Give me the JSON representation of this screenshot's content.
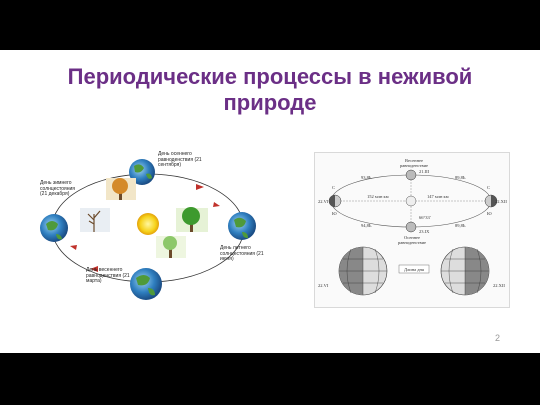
{
  "slide": {
    "title_line1": "Периодические процессы в неживой",
    "title_line2": "природе",
    "page_number": "2"
  },
  "left_figure": {
    "label_autumn": "День осеннего равноденствия (21 сентября)",
    "label_winter": "День зимнего солнцестояния (21 декабря)",
    "label_spring": "День весеннего равноденствия (21 марта)",
    "label_summer": "День летнего солнцестояния (21 июня)"
  },
  "right_figure": {
    "top_label_1": "Весеннее",
    "top_label_2": "равноденствие",
    "bottom_label_1": "Осеннее",
    "bottom_label_2": "равноденствие",
    "date_top": "21.III",
    "date_bottom": "23.IX",
    "date_left": "22.VI",
    "date_right": "22.XII",
    "date_left_bottom": "22.VI",
    "date_right_bottom": "22.XII",
    "dist_left": "152 млн км",
    "dist_right": "147 млн км",
    "day_length": "Длина дня",
    "n_left": "С",
    "s_left": "Ю",
    "n_right": "С",
    "s_right": "Ю",
    "angle": "66°33'",
    "deg_tl": "93,8Ь",
    "deg_tr": "89,8Ь",
    "deg_bl": "94,8Ь",
    "deg_br": "89,8Ь"
  }
}
